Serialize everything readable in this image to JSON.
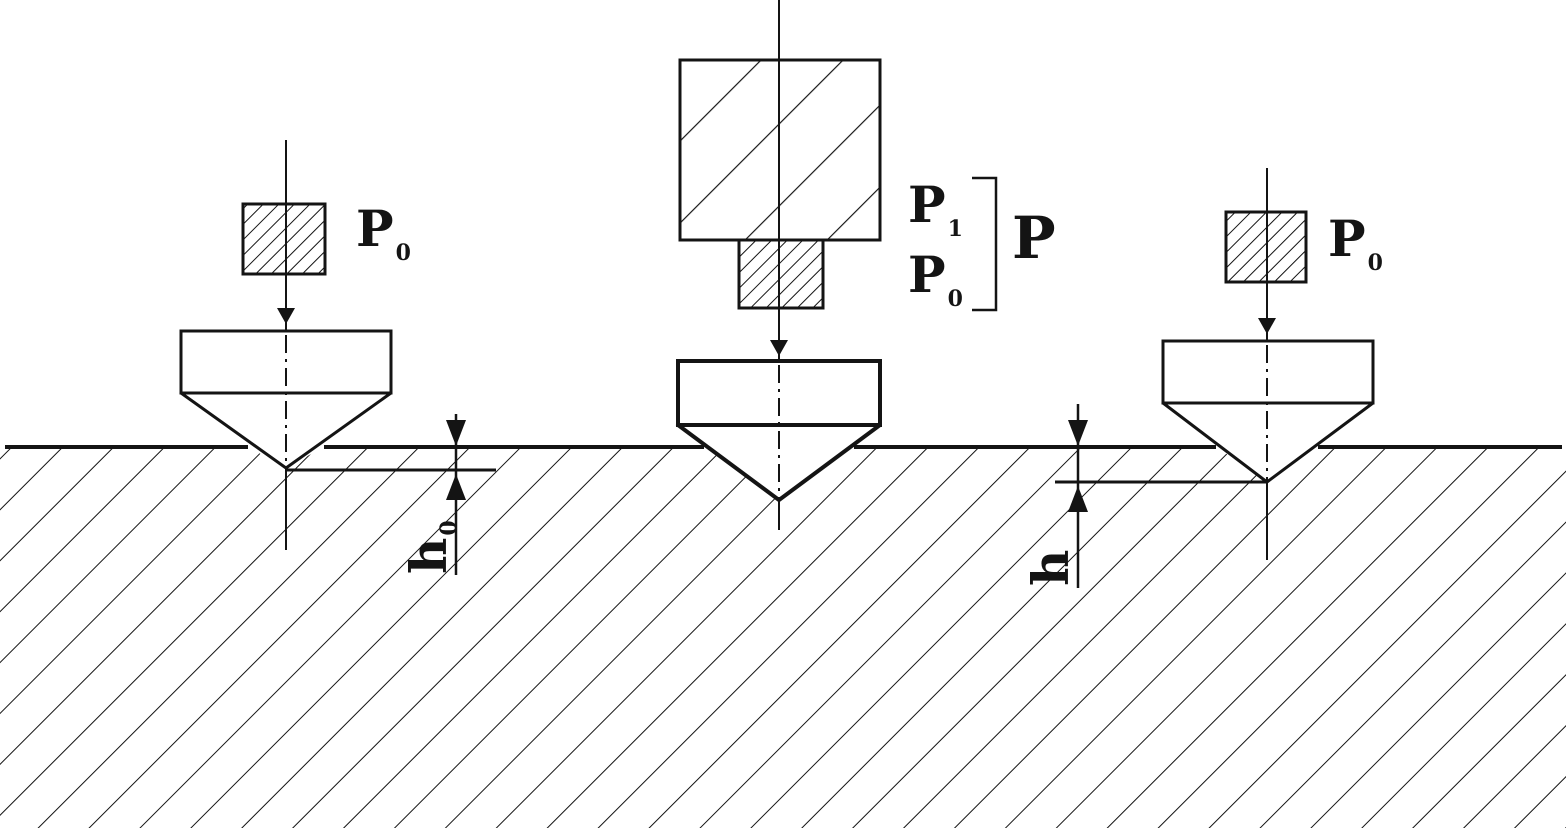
{
  "colors": {
    "ink": "#141414",
    "paper": "#ffffff"
  },
  "labels": {
    "left_load": {
      "main": "P",
      "sub": "0"
    },
    "middle_major_load": {
      "main": "P",
      "sub": "1"
    },
    "middle_minor_load": {
      "main": "P",
      "sub": "0"
    },
    "middle_total_load": "P",
    "right_load": {
      "main": "P",
      "sub": "0"
    },
    "left_depth": {
      "main": "h",
      "sub": "0"
    },
    "right_depth": "h"
  }
}
